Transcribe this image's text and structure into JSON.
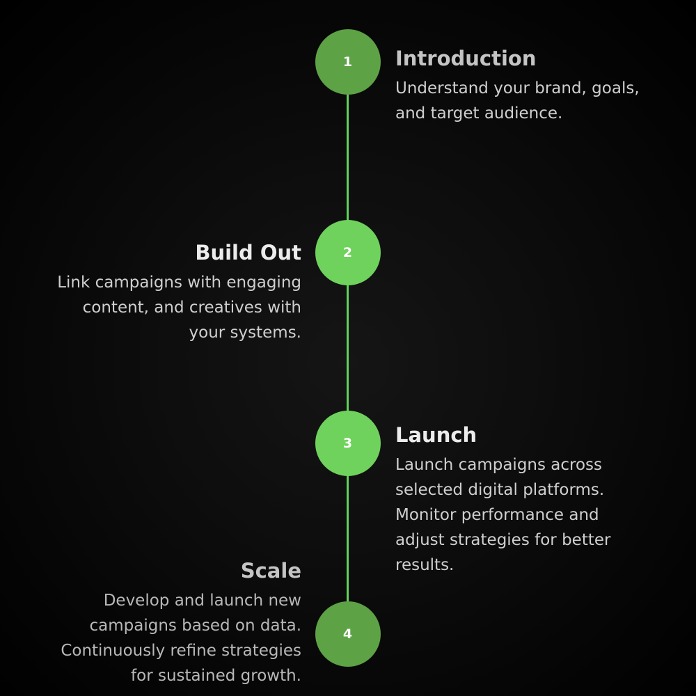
{
  "colors": {
    "background": "#000000",
    "connector": "#5fd35a",
    "node_1": "#5ea246",
    "node_2": "#6fd25c",
    "node_3": "#6fd25c",
    "node_4": "#5ea246",
    "number_text": "#ffffff"
  },
  "steps": [
    {
      "number": "1",
      "title": "Introduction",
      "description_lines": [
        "Understand your brand, goals,",
        "and target audience."
      ]
    },
    {
      "number": "2",
      "title": "Build Out",
      "description_lines": [
        "Link campaigns with engaging",
        "content, and creatives with",
        "your systems."
      ]
    },
    {
      "number": "3",
      "title": "Launch",
      "description_lines": [
        "Launch campaigns across",
        "selected digital platforms.",
        "Monitor performance and",
        "adjust strategies for better",
        "results."
      ]
    },
    {
      "number": "4",
      "title": "Scale",
      "description_lines": [
        "Develop and launch new",
        "campaigns based on data.",
        "Continuously refine strategies",
        "for sustained growth."
      ]
    }
  ]
}
